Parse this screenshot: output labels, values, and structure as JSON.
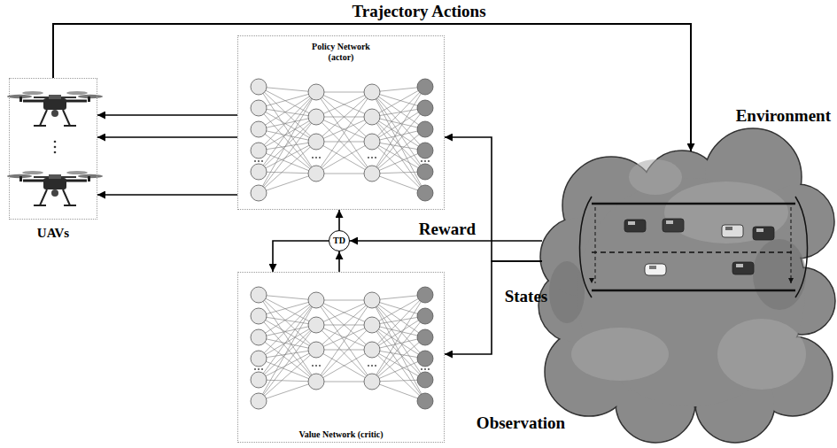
{
  "diagram": {
    "nodes": [
      {
        "text": [
          "UAVs"
        ]
      },
      {
        "text": [
          "Policy Network (actor)"
        ]
      },
      {
        "text": [
          "TD"
        ]
      },
      {
        "text": [
          "Value Network (critic)"
        ]
      },
      {
        "text": [
          "Environment"
        ]
      }
    ],
    "edges": [
      {
        "from": 1,
        "to": 0,
        "arrow": "to"
      },
      {
        "from": 1,
        "to": 0,
        "arrow": "to"
      },
      {
        "from": 1,
        "to": 0,
        "arrow": "to"
      },
      {
        "from": 0,
        "to": 4,
        "arrow": "to",
        "label": "Trajectory Actions"
      },
      {
        "from": 4,
        "to": 2,
        "arrow": "to",
        "label": "Reward"
      },
      {
        "from": 4,
        "to": 1,
        "arrow": "to"
      },
      {
        "from": 4,
        "to": 3,
        "arrow": "to"
      },
      {
        "from": 2,
        "to": 1,
        "arrow": "to"
      },
      {
        "from": 3,
        "to": 2,
        "arrow": "to"
      },
      {
        "from": 2,
        "to": 3,
        "arrow": "to"
      }
    ],
    "labels": [
      "States",
      "Observation"
    ]
  }
}
